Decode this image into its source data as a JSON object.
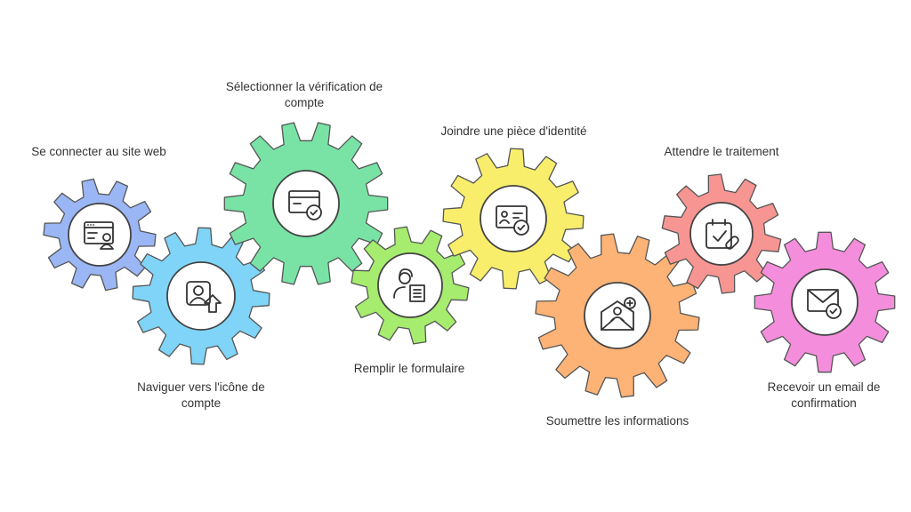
{
  "steps": [
    {
      "label": "Se connecter au site web",
      "icon": "browser-user-icon",
      "color": "#9bb6f5"
    },
    {
      "label": "Naviguer vers l'icône de compte",
      "icon": "user-upload-icon",
      "color": "#7fd4f7"
    },
    {
      "label": "Sélectionner la vérification de compte",
      "icon": "card-check-icon",
      "color": "#79e3a5"
    },
    {
      "label": "Remplir le formulaire",
      "icon": "person-form-icon",
      "color": "#a6ec6e"
    },
    {
      "label": "Joindre une pièce d'identité",
      "icon": "id-card-check-icon",
      "color": "#f8ee6b"
    },
    {
      "label": "Soumettre les informations",
      "icon": "envelope-add-icon",
      "color": "#fdb376"
    },
    {
      "label": "Attendre le traitement",
      "icon": "calendar-pill-icon",
      "color": "#f79592"
    },
    {
      "label": "Recevoir un email de confirmation",
      "icon": "mail-check-icon",
      "color": "#f48edc"
    }
  ]
}
